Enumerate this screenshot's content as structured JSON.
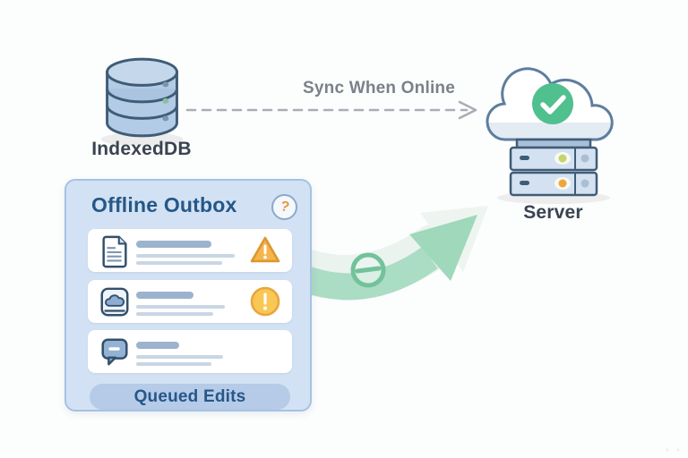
{
  "page": {
    "background": "#fcfdfd",
    "watermark_marks": "ˣ ˣ"
  },
  "nodes": {
    "indexeddb": {
      "label": "IndexedDB"
    },
    "server": {
      "label": "Server"
    }
  },
  "sync": {
    "label": "Sync When Online"
  },
  "outbox": {
    "title": "Offline Outbox",
    "help_glyph": "?",
    "footer_label": "Queued Edits",
    "items": [
      {
        "icon": "document-icon",
        "status": "warning-triangle"
      },
      {
        "icon": "image-icon",
        "status": "alert-circle"
      },
      {
        "icon": "chat-bubble-icon",
        "status": "none"
      }
    ]
  },
  "colors": {
    "panel_bg": "#d2e2f4",
    "panel_border": "#a6c2e2",
    "title_blue": "#265787",
    "db_fill": "#b3cbe4",
    "outline_slate": "#3f5c77",
    "success_green": "#4fc08e",
    "swoosh_green": "#abdcc4",
    "warning_orange": "#f6b44a",
    "indicator_orange": "#f0a43c",
    "indicator_lime": "#c3d56c",
    "bar_dark": "#9cb3ce",
    "bar_light": "#c9d6e4",
    "arrow_gray": "#a9aeb6",
    "label_gray": "#7b818a"
  }
}
